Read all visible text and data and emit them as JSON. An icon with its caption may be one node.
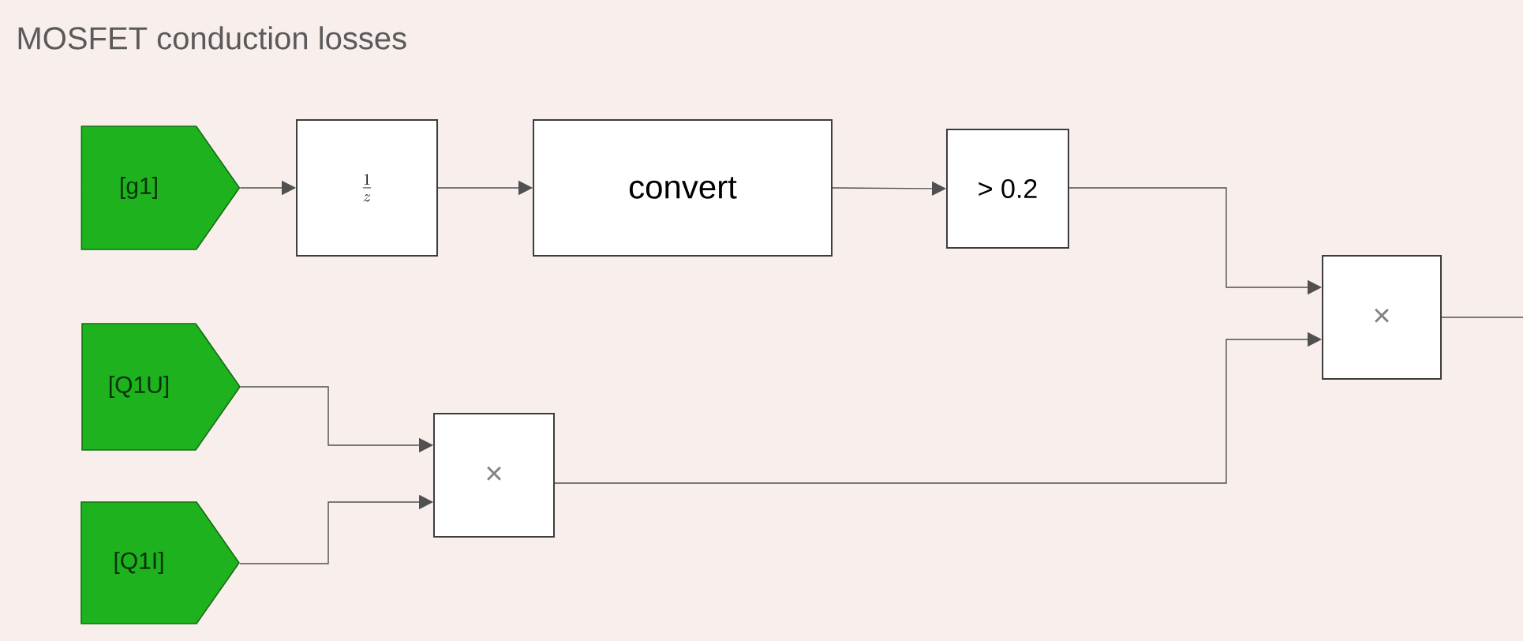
{
  "diagram": {
    "title": "MOSFET conduction losses",
    "nodes": [
      {
        "text": [
          "[g1]"
        ]
      },
      {
        "text": [
          "\\frac{1}{z}"
        ]
      },
      {
        "text": [
          "convert"
        ]
      },
      {
        "text": [
          "> 0.2"
        ]
      },
      {
        "text": [
          "[Q1U]"
        ]
      },
      {
        "text": [
          "[Q1I]"
        ]
      },
      {
        "text": [
          "×"
        ]
      },
      {
        "text": [
          "×"
        ]
      }
    ],
    "edges": [
      {
        "from": 0,
        "to": 1,
        "arrow": "to"
      },
      {
        "from": 1,
        "to": 2,
        "arrow": "to"
      },
      {
        "from": 2,
        "to": 3,
        "arrow": "to"
      },
      {
        "from": 3,
        "to": 7,
        "arrow": "to"
      },
      {
        "from": 4,
        "to": 6,
        "arrow": "to"
      },
      {
        "from": 5,
        "to": 6,
        "arrow": "to"
      },
      {
        "from": 6,
        "to": 7,
        "arrow": "to"
      },
      {
        "from": 7,
        "to": null,
        "arrow": "none"
      }
    ]
  }
}
